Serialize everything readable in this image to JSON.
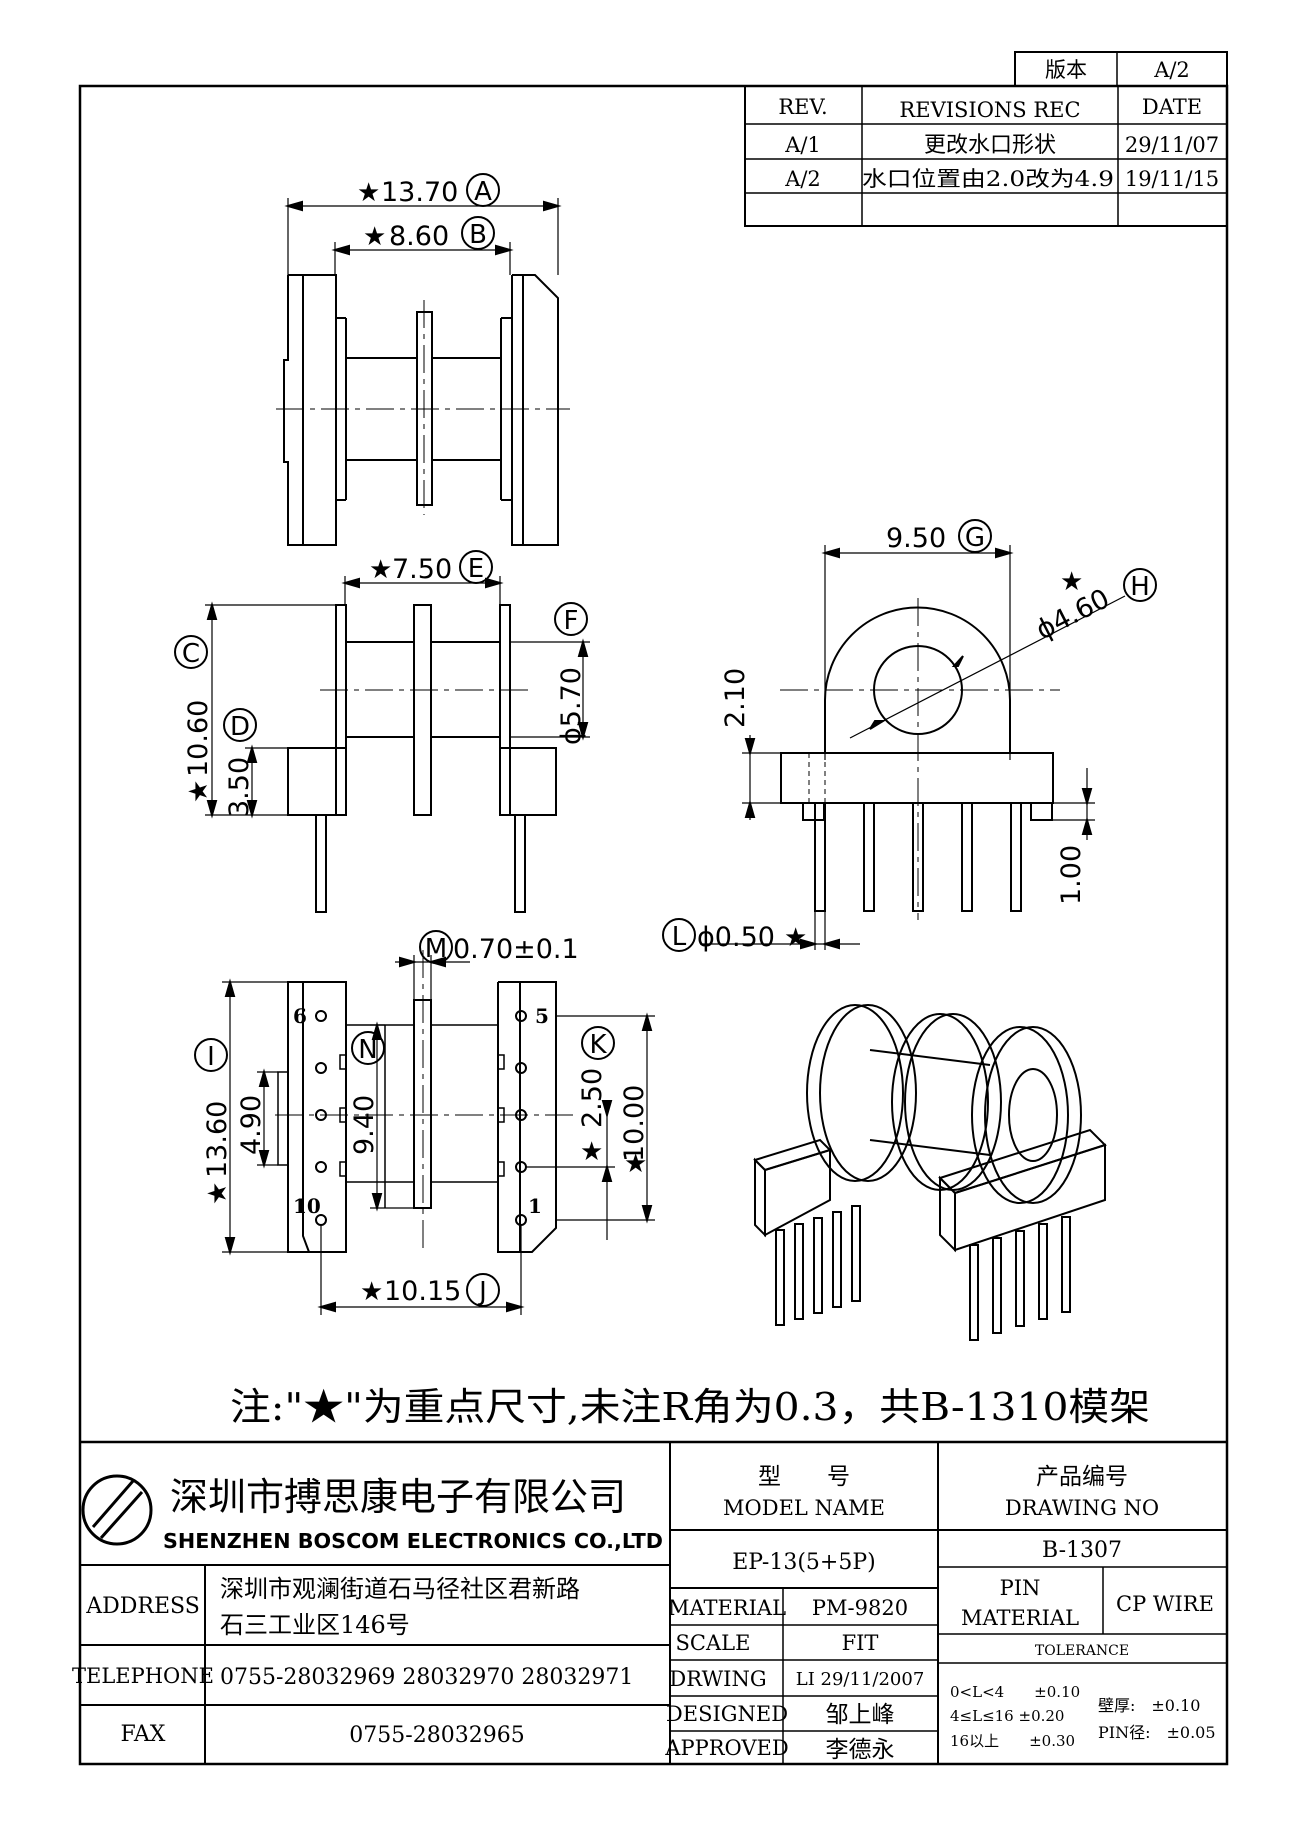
{
  "version_box": {
    "label": "版本",
    "value": "A/2"
  },
  "revisions": {
    "headers": [
      "REV.",
      "REVISIONS REC",
      "DATE"
    ],
    "rows": [
      [
        "A/1",
        "更改水口形状",
        "29/11/07"
      ],
      [
        "A/2",
        "水口位置由2.0改为4.9",
        "19/11/15"
      ]
    ]
  },
  "dims": {
    "A": {
      "text": "13.70",
      "letter": "A"
    },
    "B": {
      "text": "8.60",
      "letter": "B"
    },
    "C": {
      "text": "10.60",
      "letter": "C"
    },
    "D": {
      "text": "3.50",
      "letter": "D"
    },
    "E": {
      "text": "7.50",
      "letter": "E"
    },
    "F": {
      "text": "ϕ5.70",
      "letter": "F"
    },
    "G": {
      "text": "9.50",
      "letter": "G"
    },
    "H": {
      "text": "ϕ4.60",
      "letter": "H"
    },
    "I": {
      "text": "13.60",
      "letter": "I"
    },
    "J": {
      "text": "10.15",
      "letter": "J"
    },
    "K": {
      "text": "10.00",
      "letter": "K"
    },
    "L": {
      "text": "ϕ0.50",
      "letter": "L"
    },
    "M": {
      "text": "0.70±0.1",
      "letter": "M"
    },
    "N": {
      "text": "9.40",
      "letter": "N"
    },
    "h210": "2.10",
    "h100": "1.00",
    "h490": "4.90",
    "h250": "2.50",
    "star": "★"
  },
  "pins": {
    "p6": "6",
    "p5": "5",
    "p10": "10",
    "p1": "1"
  },
  "note": "注:\"★\"为重点尺寸,未注R角为0.3，共B-1310模架",
  "title_block": {
    "company_cn": "深圳市搏思康电子有限公司",
    "company_en": "SHENZHEN BOSCOM ELECTRONICS CO.,LTD",
    "model_cn": "型　　号",
    "model_en": "MODEL NAME",
    "model_value": "EP-13(5+5P)",
    "drawing_cn": "产品编号",
    "drawing_en": "DRAWING NO",
    "drawing_value": "B-1307",
    "address_label": "ADDRESS",
    "address_line1": "深圳市观澜街道石马径社区君新路",
    "address_line2": "石三工业区146号",
    "telephone_label": "TELEPHONE",
    "telephone_value": "0755-28032969  28032970  28032971",
    "fax_label": "FAX",
    "fax_value": "0755-28032965",
    "material_label": "MATERIAL",
    "material_value": "PM-9820",
    "scale_label": "SCALE",
    "scale_value": "FIT",
    "drwing_label": "DRWING",
    "drwing_value": "LI 29/11/2007",
    "designed_label": "DESIGNED",
    "designed_value": "邹上峰",
    "approved_label": "APPROVED",
    "approved_value": "李德永",
    "pin_material_l1": "PIN",
    "pin_material_l2": "MATERIAL",
    "pin_material_value": "CP WIRE",
    "tolerance_label": "TOLERANCE",
    "tol1": "0<L<4　　±0.10",
    "tol2": "4≤L≤16  ±0.20",
    "tol3": "16以上　　±0.30",
    "wall": "壁厚:　±0.10",
    "pin_dia": "PIN径:　±0.05"
  }
}
